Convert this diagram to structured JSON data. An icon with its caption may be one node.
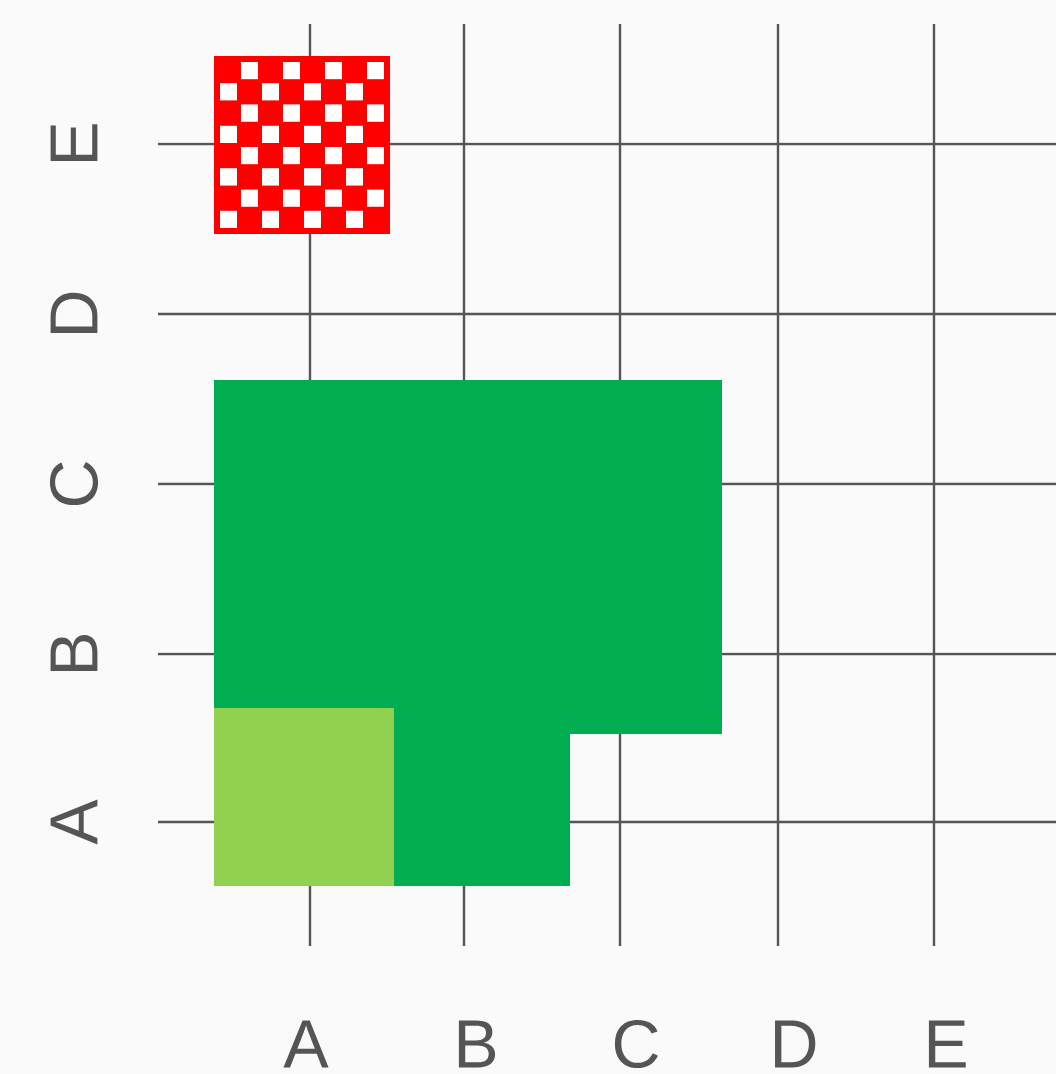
{
  "diagram": {
    "nodes": [
      {
        "text": [],
        "shape": "checkered-box"
      },
      {
        "text": [],
        "shape": "l-shape"
      },
      {
        "text": [],
        "shape": "box",
        "in": 1
      }
    ],
    "labels": [
      "E",
      "D",
      "C",
      "B",
      "A",
      "A",
      "B",
      "C",
      "D",
      "E"
    ]
  }
}
